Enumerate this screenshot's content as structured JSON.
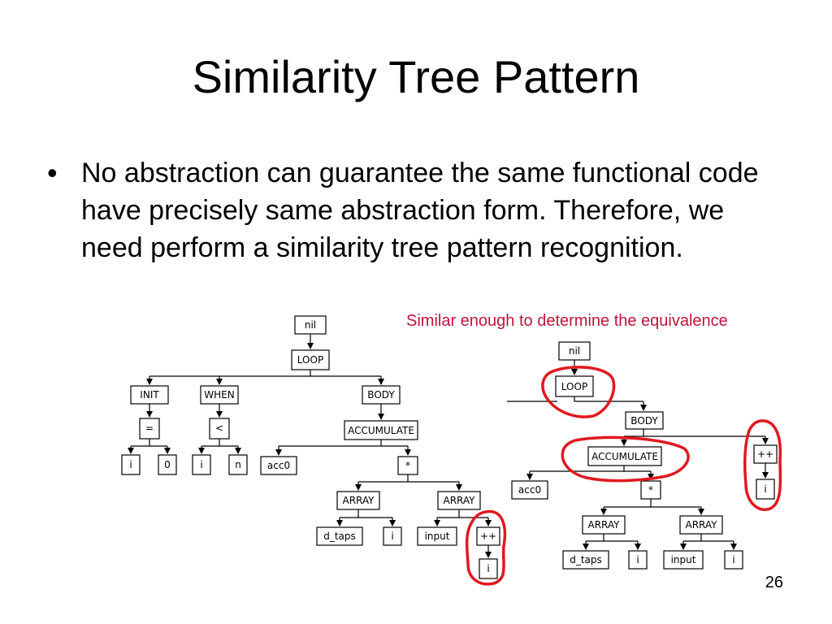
{
  "slide": {
    "title": "Similarity Tree Pattern",
    "bullet_char": "•",
    "bullet_text": "No abstraction can guarantee the same functional code have precisely same abstraction form. Therefore, we need perform a similarity tree pattern recognition.",
    "caption": "Similar enough to determine the equivalence",
    "page_number": "26"
  },
  "left_tree": {
    "nodes": {
      "nil": "nil",
      "loop": "LOOP",
      "init": "INIT",
      "when": "WHEN",
      "body": "BODY",
      "eq": "=",
      "lt": "<",
      "accumulate": "ACCUMULATE",
      "i1": "i",
      "zero": "0",
      "i2": "i",
      "n": "n",
      "acc0": "acc0",
      "mul": "*",
      "array1": "ARRAY",
      "array2": "ARRAY",
      "d_taps": "d_taps",
      "i3": "i",
      "input": "input",
      "inc": "++",
      "i4": "i"
    }
  },
  "right_tree": {
    "nodes": {
      "nil": "nil",
      "loop": "LOOP",
      "body": "BODY",
      "accumulate": "ACCUMULATE",
      "inc": "++",
      "acc0": "acc0",
      "mul": "*",
      "i_inc": "i",
      "array1": "ARRAY",
      "array2": "ARRAY",
      "d_taps": "d_taps",
      "i1": "i",
      "input": "input",
      "i2": "i"
    }
  },
  "colors": {
    "highlight": "#e0191f",
    "caption": "#c0143c"
  }
}
